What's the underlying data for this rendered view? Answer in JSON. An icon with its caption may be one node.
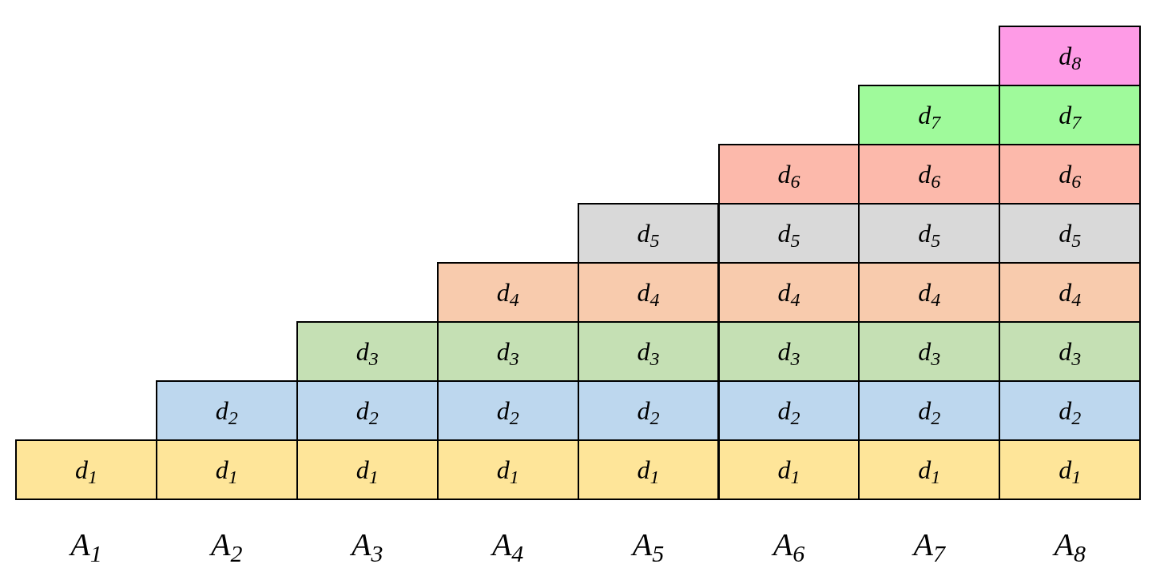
{
  "diagram": {
    "nodes": [
      {
        "text": [
          "d$_{8}$"
        ]
      },
      {
        "text": [
          "d$_{7}$"
        ]
      },
      {
        "text": [
          "d$_{7}$"
        ]
      },
      {
        "text": [
          "d$_{6}$"
        ]
      },
      {
        "text": [
          "d$_{6}$"
        ]
      },
      {
        "text": [
          "d$_{6}$"
        ]
      },
      {
        "text": [
          "d$_{5}$"
        ]
      },
      {
        "text": [
          "d$_{5}$"
        ]
      },
      {
        "text": [
          "d$_{5}$"
        ]
      },
      {
        "text": [
          "d$_{5}$"
        ]
      },
      {
        "text": [
          "d$_{4}$"
        ]
      },
      {
        "text": [
          "d$_{4}$"
        ]
      },
      {
        "text": [
          "d$_{4}$"
        ]
      },
      {
        "text": [
          "d$_{4}$"
        ]
      },
      {
        "text": [
          "d$_{4}$"
        ]
      },
      {
        "text": [
          "d$_{3}$"
        ]
      },
      {
        "text": [
          "d$_{3}$"
        ]
      },
      {
        "text": [
          "d$_{3}$"
        ]
      },
      {
        "text": [
          "d$_{3}$"
        ]
      },
      {
        "text": [
          "d$_{3}$"
        ]
      },
      {
        "text": [
          "d$_{3}$"
        ]
      },
      {
        "text": [
          "d$_{2}$"
        ]
      },
      {
        "text": [
          "d$_{2}$"
        ]
      },
      {
        "text": [
          "d$_{2}$"
        ]
      },
      {
        "text": [
          "d$_{2}$"
        ]
      },
      {
        "text": [
          "d$_{2}$"
        ]
      },
      {
        "text": [
          "d$_{2}$"
        ]
      },
      {
        "text": [
          "d$_{2}$"
        ]
      },
      {
        "text": [
          "d$_{1}$"
        ]
      },
      {
        "text": [
          "d$_{1}$"
        ]
      },
      {
        "text": [
          "d$_{1}$"
        ]
      },
      {
        "text": [
          "d$_{1}$"
        ]
      },
      {
        "text": [
          "d$_{1}$"
        ]
      },
      {
        "text": [
          "d$_{1}$"
        ]
      },
      {
        "text": [
          "d$_{1}$"
        ]
      },
      {
        "text": [
          "d$_{1}$"
        ]
      }
    ],
    "labels": [
      "A$_{1}$",
      "A$_{2}$",
      "A$_{3}$",
      "A$_{4}$",
      "A$_{5}$",
      "A$_{6}$",
      "A$_{7}$",
      "A$_{8}$"
    ]
  }
}
